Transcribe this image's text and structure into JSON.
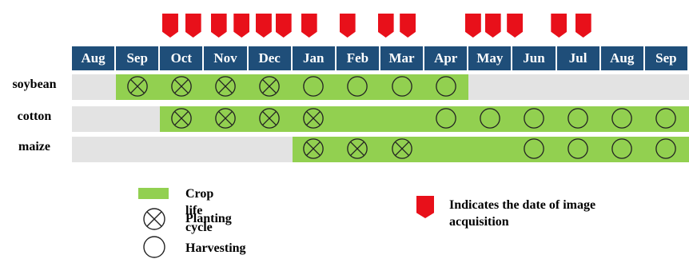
{
  "months": [
    "Aug",
    "Sep",
    "Oct",
    "Nov",
    "Dec",
    "Jan",
    "Feb",
    "Mar",
    "Apr",
    "May",
    "Jun",
    "Jul",
    "Aug",
    "Sep"
  ],
  "acquisition_markers": [
    {
      "month_index": 2,
      "fraction": 0.23
    },
    {
      "month_index": 2,
      "fraction": 0.75
    },
    {
      "month_index": 3,
      "fraction": 0.33
    },
    {
      "month_index": 3,
      "fraction": 0.85
    },
    {
      "month_index": 4,
      "fraction": 0.35
    },
    {
      "month_index": 4,
      "fraction": 0.8
    },
    {
      "month_index": 5,
      "fraction": 0.38
    },
    {
      "month_index": 6,
      "fraction": 0.25
    },
    {
      "month_index": 7,
      "fraction": 0.12
    },
    {
      "month_index": 7,
      "fraction": 0.62
    },
    {
      "month_index": 9,
      "fraction": 0.1
    },
    {
      "month_index": 9,
      "fraction": 0.55
    },
    {
      "month_index": 10,
      "fraction": 0.05
    },
    {
      "month_index": 11,
      "fraction": 0.05
    },
    {
      "month_index": 11,
      "fraction": 0.6
    }
  ],
  "crops": [
    {
      "name": "soybean",
      "cycle_start": 1,
      "cycle_end": 9,
      "planting": [
        1,
        2,
        3,
        4
      ],
      "harvesting": [
        5,
        6,
        7,
        8
      ]
    },
    {
      "name": "cotton",
      "cycle_start": 2,
      "cycle_end": 14,
      "planting": [
        2,
        3,
        4,
        5
      ],
      "harvesting": [
        8,
        9,
        10,
        11,
        12,
        13
      ]
    },
    {
      "name": "maize",
      "cycle_start": 5,
      "cycle_end": 14,
      "planting": [
        5,
        6,
        7
      ],
      "harvesting": [
        10,
        11,
        12,
        13
      ]
    }
  ],
  "legend": {
    "cycle_label": "Crop life cycle",
    "planting_label": "Planting",
    "harvesting_label": "Harvesting",
    "acquisition_label": "Indicates the date of image acquisition"
  },
  "colors": {
    "header": "#1f4e79",
    "cycle": "#92d050",
    "track": "#e3e3e3",
    "marker": "#e8101a"
  },
  "icons": {
    "planting": "circled-x-icon",
    "harvesting": "empty-circle-icon",
    "acquisition": "red-flag-marker-icon"
  }
}
